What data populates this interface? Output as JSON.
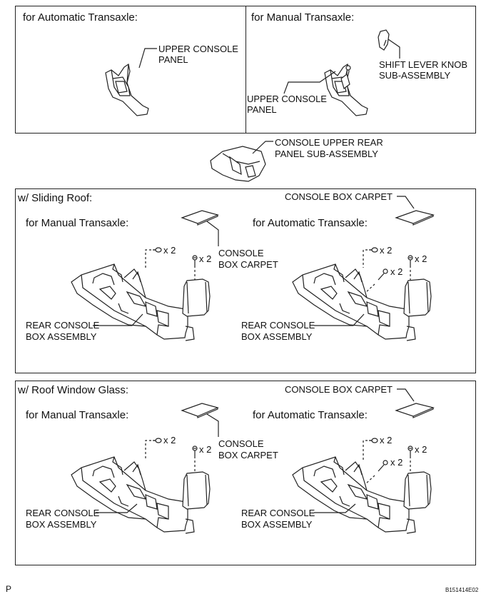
{
  "top": {
    "auto": {
      "heading": "for Automatic Transaxle:",
      "upper_console_panel": [
        "UPPER CONSOLE",
        "PANEL"
      ]
    },
    "manual": {
      "heading": "for Manual Transaxle:",
      "shift_knob": [
        "SHIFT LEVER KNOB",
        "SUB-ASSEMBLY"
      ],
      "upper_console_panel": [
        "UPPER CONSOLE",
        "PANEL"
      ]
    }
  },
  "middle": {
    "rear_panel": [
      "CONSOLE UPPER REAR",
      "PANEL SUB-ASSEMBLY"
    ]
  },
  "sliding_roof": {
    "heading": "w/ Sliding Roof:",
    "manual": {
      "heading": "for Manual Transaxle:",
      "carpet": [
        "CONSOLE",
        "BOX CARPET"
      ],
      "clip_count": "x 2",
      "screw_count": "x 2",
      "rear_box": [
        "REAR CONSOLE",
        "BOX ASSEMBLY"
      ]
    },
    "automatic": {
      "heading": "for Automatic Transaxle:",
      "carpet": "CONSOLE BOX CARPET",
      "clip_count": "x 2",
      "screw_count": "x 2",
      "bolt_count": "x 2",
      "rear_box": [
        "REAR CONSOLE",
        "BOX ASSEMBLY"
      ]
    }
  },
  "roof_window": {
    "heading": "w/ Roof Window Glass:",
    "manual": {
      "heading": "for Manual Transaxle:",
      "carpet": [
        "CONSOLE",
        "BOX CARPET"
      ],
      "clip_count": "x 2",
      "screw_count": "x 2",
      "rear_box": [
        "REAR CONSOLE",
        "BOX ASSEMBLY"
      ]
    },
    "automatic": {
      "heading": "for Automatic Transaxle:",
      "carpet": "CONSOLE BOX CARPET",
      "clip_count": "x 2",
      "screw_count": "x 2",
      "bolt_count": "x 2",
      "rear_box": [
        "REAR CONSOLE",
        "BOX ASSEMBLY"
      ]
    }
  },
  "footer": {
    "left_mark": "P",
    "figure_id": "B151414E02"
  }
}
